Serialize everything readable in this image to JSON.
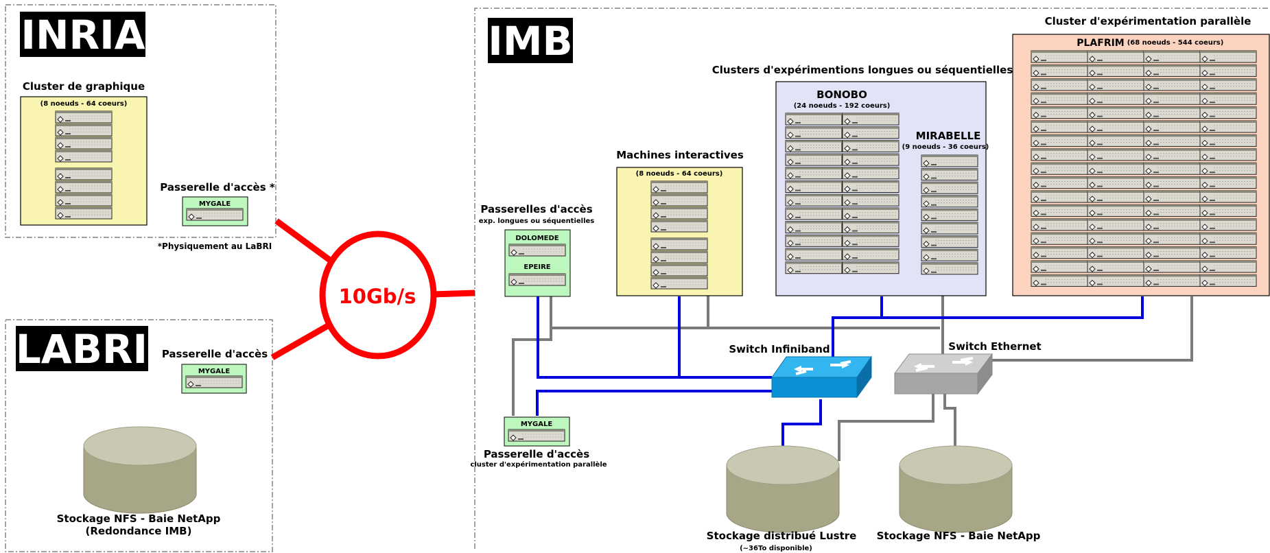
{
  "inria": {
    "logo": "INRIA",
    "cluster_title": "Cluster de graphique",
    "cluster_info": "(8 noeuds - 64 coeurs)",
    "gateway_title": "Passerelle d'accès *",
    "gateway_name": "MYGALE",
    "footnote": "*Physiquement au LaBRI"
  },
  "labri": {
    "logo": "LABRI",
    "gateway_title": "Passerelle d'accès",
    "gateway_name": "MYGALE",
    "storage_line1": "Stockage NFS - Baie NetApp",
    "storage_line2": "(Redondance IMB)"
  },
  "link": {
    "speed": "10Gb/s"
  },
  "imb": {
    "logo": "IMB",
    "gateways_title": "Passerelles d'accès",
    "gateways_subtitle": "exp. longues ou séquentielles",
    "gateway1": "DOLOMEDE",
    "gateway2": "EPEIRE",
    "interactive_title": "Machines interactives",
    "interactive_info": "(8 noeuds - 64 coeurs)",
    "long_title": "Clusters d'expérimentions longues ou séquentielles",
    "bonobo_name": "BONOBO",
    "bonobo_info": "(24 noeuds - 192 coeurs)",
    "mirabelle_name": "MIRABELLE",
    "mirabelle_info": "(9 noeuds - 36 coeurs)",
    "parallel_title": "Cluster d'expérimentation parallèle",
    "plafrim_name": "PLAFRIM",
    "plafrim_info": "(68 noeuds - 544 coeurs)",
    "switch_ib": "Switch Infiniband",
    "switch_eth": "Switch Ethernet",
    "mygale_name": "MYGALE",
    "mygale_title": "Passerelle d'accès",
    "mygale_subtitle": "cluster d'expérimentation parallèle",
    "lustre_title": "Stockage distribué Lustre",
    "lustre_info": "(~36To disponible)",
    "netapp_title": "Stockage NFS - Baie NetApp"
  },
  "colors": {
    "link_red": "#ff0000",
    "infiniband_blue": "#0000dd",
    "ethernet_gray": "#7a7a7a",
    "cluster_yellow": "#f9f5b0",
    "cluster_lavender": "#e3e3f8",
    "cluster_salmon": "#fcd3bf",
    "gateway_green": "#bdf7bd",
    "switch_blue": "#0b92d6",
    "switch_gray": "#a6a6a6",
    "disk_olive": "#a7a686"
  }
}
